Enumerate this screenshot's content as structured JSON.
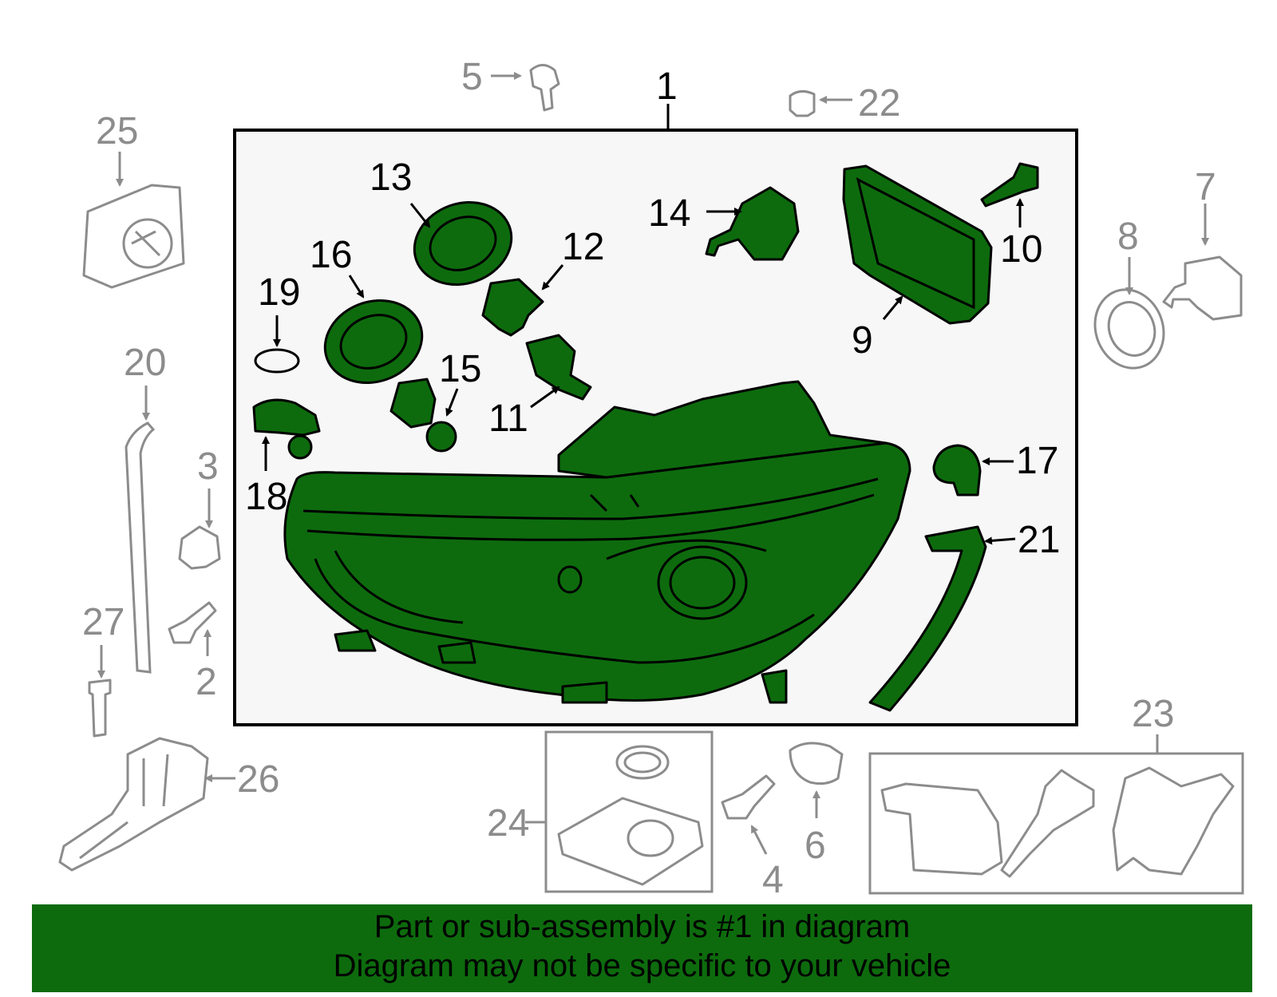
{
  "colors": {
    "highlight": "#0d6b0d",
    "in_assembly_outline": "#000000",
    "other_parts": "#8c8c8c",
    "background_box": "#f7f7f7"
  },
  "callouts": {
    "c1": "1",
    "c2": "2",
    "c3": "3",
    "c4": "4",
    "c5": "5",
    "c6": "6",
    "c7": "7",
    "c8": "8",
    "c9": "9",
    "c10": "10",
    "c11": "11",
    "c12": "12",
    "c13": "13",
    "c14": "14",
    "c15": "15",
    "c16": "16",
    "c17": "17",
    "c18": "18",
    "c19": "19",
    "c20": "20",
    "c21": "21",
    "c22": "22",
    "c23": "23",
    "c24": "24",
    "c25": "25",
    "c26": "26",
    "c27": "27"
  },
  "banner": {
    "line1": "Part or sub-assembly is #1 in diagram",
    "line2": "Diagram may not be specific to your vehicle"
  }
}
